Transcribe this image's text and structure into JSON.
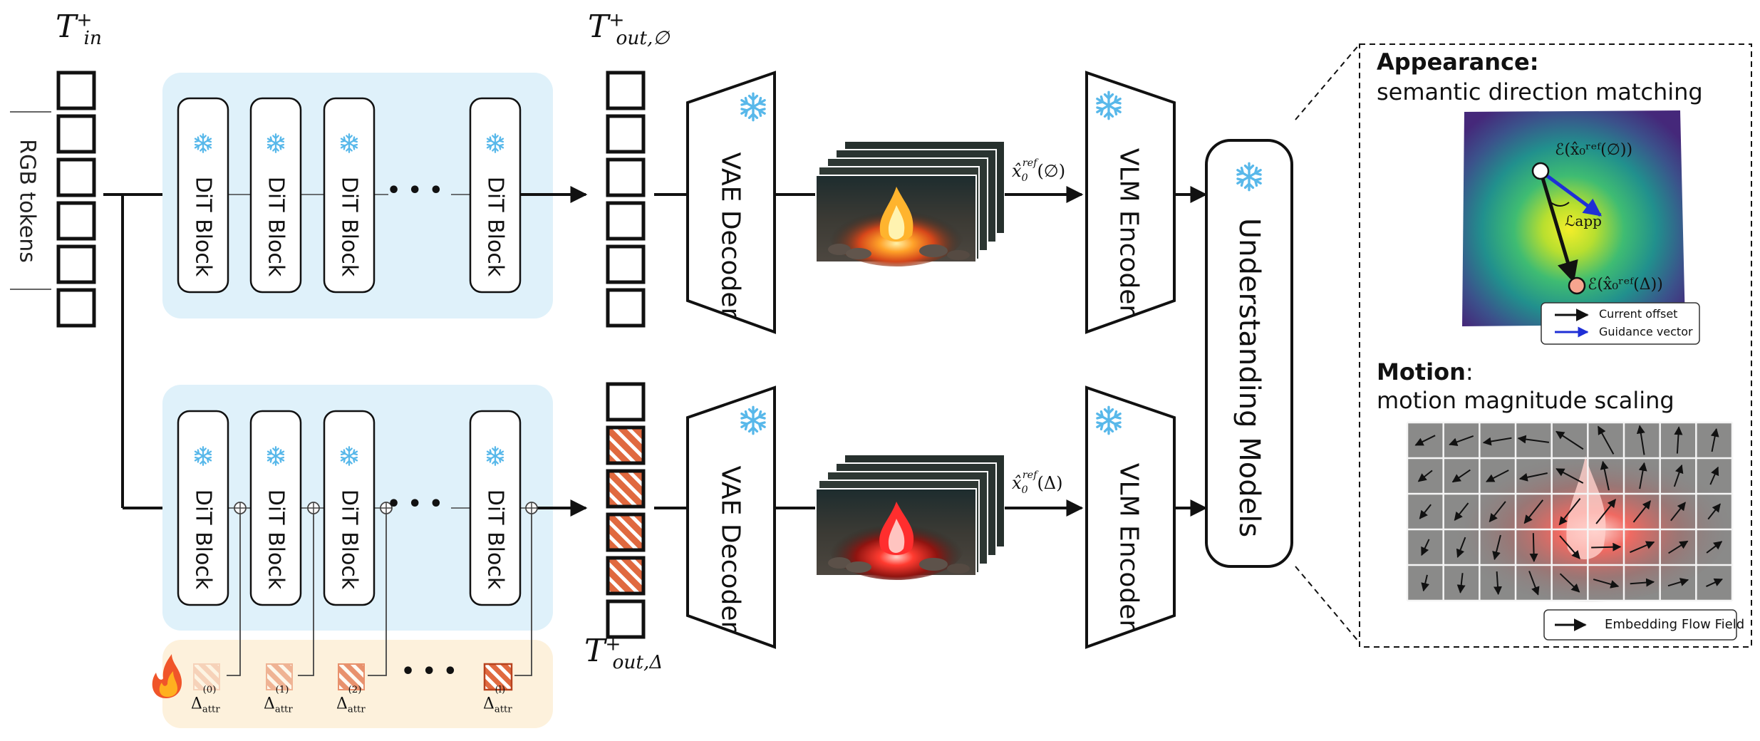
{
  "inputs": {
    "tin_main": "T",
    "tin_sub": "in",
    "tin_sup": "+",
    "rgb_tokens": "RGB tokens"
  },
  "outputs": {
    "tout_main": "T",
    "tout_sup": "+",
    "tout_null_sub": "out,∅",
    "tout_delta_sub": "out,Δ"
  },
  "blocks": {
    "dit_label": "DiT Block",
    "ellipsis": "• • •",
    "vae_label": "VAE Decoder",
    "vlm_label": "VLM Encoder",
    "understanding_label": "Understanding Models"
  },
  "refs": {
    "ref_null": "x̂₀^ref(∅)",
    "ref_null_base": "x̂",
    "ref_null_sub": "0",
    "ref_null_sup": "ref",
    "ref_null_arg": "(∅)",
    "ref_delta_arg": "(Δ)"
  },
  "deltas": {
    "base": "Δ",
    "sub": "attr",
    "sups": [
      "(0)",
      "(1)",
      "(2)",
      "(l)"
    ]
  },
  "appearance": {
    "heading": "Appearance:",
    "subtitle": "semantic direction matching",
    "enc_null": "ℰ(x̂₀ʳᵉᶠ(∅))",
    "enc_delta": "ℰ(x̂₀ʳᵉᶠ(Δ))",
    "loss_label": "ℒapp",
    "legend": [
      "Current offset",
      "Guidance vector"
    ]
  },
  "motion": {
    "heading": "Motion",
    "heading_colon": ":",
    "subtitle": "motion magnitude scaling",
    "legend": "Embedding Flow Field"
  },
  "colors": {
    "dit_panel": "#dff1fa",
    "delta_panel": "#fdf1dc",
    "hatch_orange": "#e0693f",
    "snowflake": "#58b8ea",
    "guidance_blue": "#1f2fd6"
  }
}
